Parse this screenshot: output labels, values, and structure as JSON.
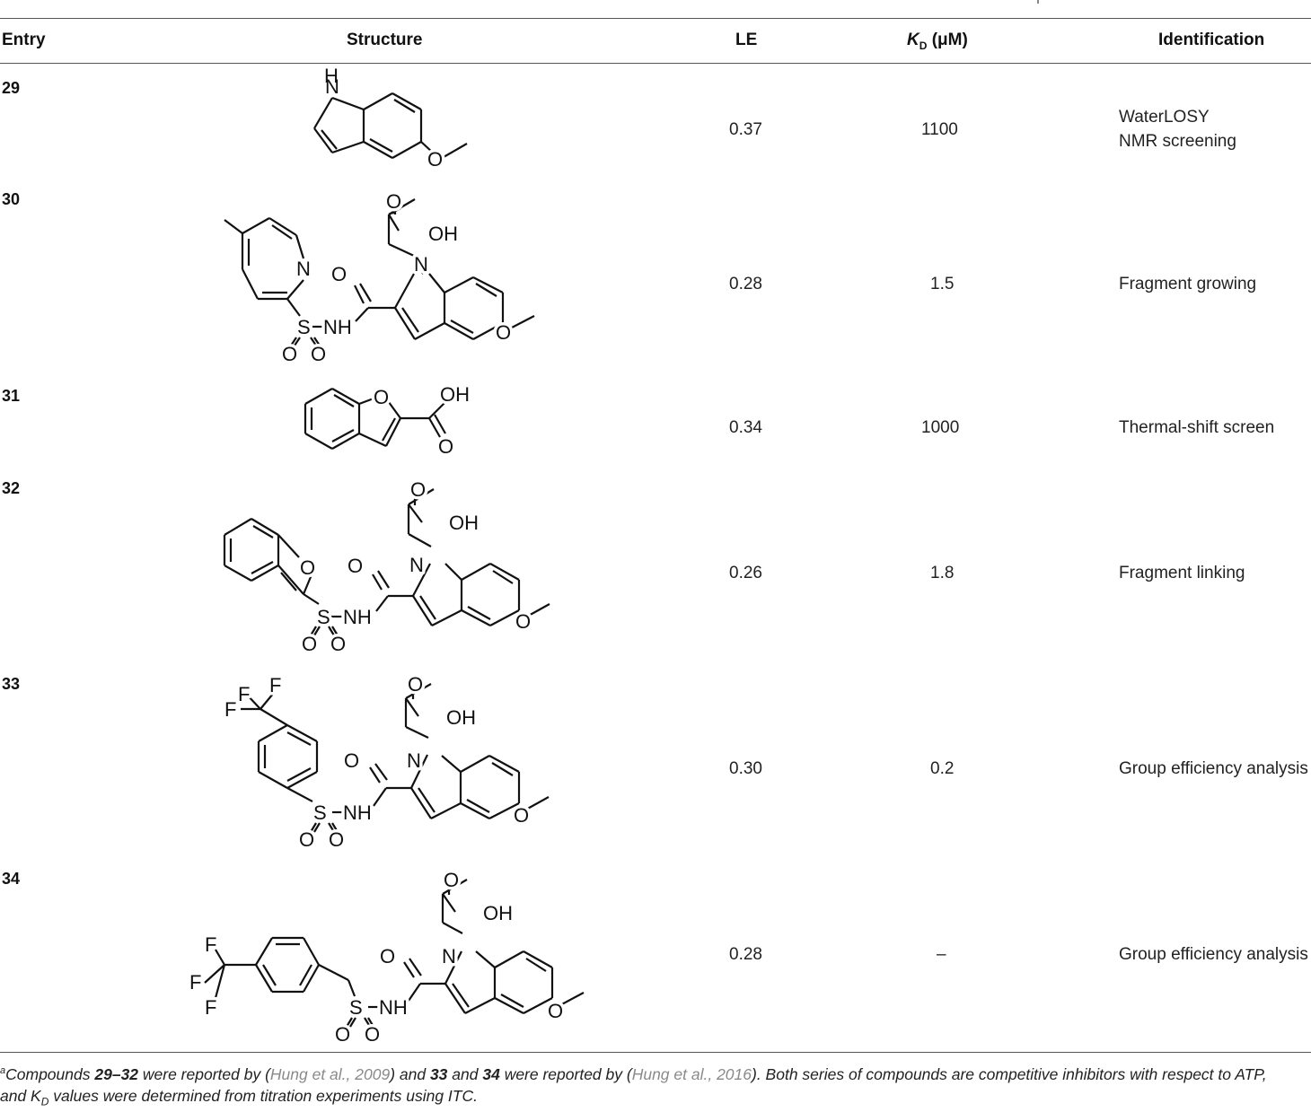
{
  "table": {
    "headers": {
      "entry": "Entry",
      "structure": "Structure",
      "le": "LE",
      "kd_k": "K",
      "kd_sub": "D",
      "kd_unit": "(μM)",
      "identification": "Identification"
    },
    "rows": [
      {
        "entry": "29",
        "le": "0.37",
        "kd": "1100",
        "identification": [
          "WaterLOSY",
          "NMR screening"
        ]
      },
      {
        "entry": "30",
        "le": "0.28",
        "kd": "1.5",
        "identification": [
          "Fragment growing"
        ]
      },
      {
        "entry": "31",
        "le": "0.34",
        "kd": "1000",
        "identification": [
          "Thermal-shift screen"
        ]
      },
      {
        "entry": "32",
        "le": "0.26",
        "kd": "1.8",
        "identification": [
          "Fragment linking"
        ]
      },
      {
        "entry": "33",
        "le": "0.30",
        "kd": "0.2",
        "identification": [
          "Group efficiency analysis"
        ]
      },
      {
        "entry": "34",
        "le": "0.28",
        "kd": "–",
        "identification": [
          "Group efficiency analysis"
        ]
      }
    ]
  },
  "atoms": {
    "H": "H",
    "N": "N",
    "O": "O",
    "OH": "OH",
    "NH": "NH",
    "S": "S",
    "F": "F"
  },
  "footnote": {
    "mark": "a",
    "t1": "Compounds ",
    "c1": "29",
    "dash": "–",
    "c2": "32",
    "t2": " were reported by (",
    "ref1": "Hung et al., 2009",
    "t3": ") and ",
    "c3": "33",
    "t4": " and ",
    "c4": "34",
    "t5": " were reported by (",
    "ref2": "Hung et al., 2016",
    "t6": "). Both series of compounds are competitive inhibitors with respect to ATP,",
    "t7": "and K",
    "t7sub": "D",
    "t8": " values were determined from titration experiments using ITC."
  }
}
